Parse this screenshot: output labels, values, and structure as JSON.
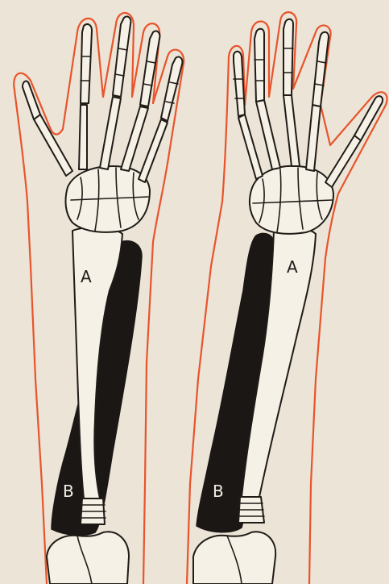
{
  "figure": {
    "background": "#ece4d6",
    "outline_color": "#e8542c",
    "bone_fill": "#f6f1e6",
    "bone_stroke": "#1f1b17",
    "dark_bone_fill": "#1a1715"
  },
  "left_arm": {
    "label_a": "A",
    "label_b": "B"
  },
  "right_arm": {
    "label_a": "A",
    "label_b": "B"
  }
}
